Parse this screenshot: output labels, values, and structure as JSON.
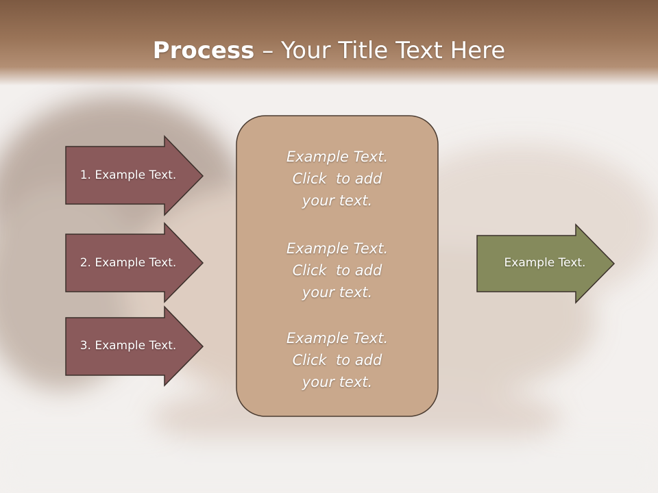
{
  "slide": {
    "title_bold": "Process",
    "title_dash": " – ",
    "title_rest": "Your Title Text Here"
  },
  "left_arrows": [
    {
      "label": "1. Example Text."
    },
    {
      "label": "2. Example Text."
    },
    {
      "label": "3. Example Text."
    }
  ],
  "center_box": {
    "blocks": [
      {
        "line1": "Example Text.",
        "line2": "Click  to add",
        "line3": "your text."
      },
      {
        "line1": "Example Text.",
        "line2": "Click  to add",
        "line3": "your text."
      },
      {
        "line1": "Example Text.",
        "line2": "Click  to add",
        "line3": "your text."
      }
    ]
  },
  "right_arrow": {
    "label": "Example Text."
  },
  "colors": {
    "title_band": "#8b6a50",
    "left_arrow_fill": "#8a5a5b",
    "center_box_fill": "#c9a88c",
    "right_arrow_fill": "#858a5c",
    "outline": "#3a2f2a"
  }
}
